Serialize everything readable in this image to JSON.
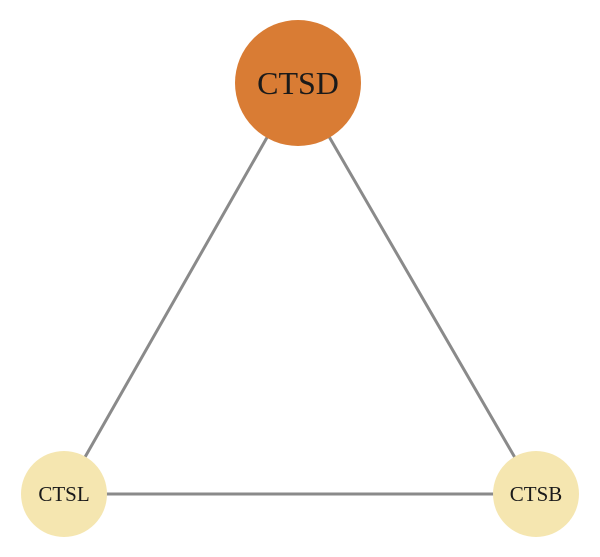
{
  "nodes": [
    {
      "id": "ctsd",
      "label": "CTSD",
      "color": "#d97c34",
      "role": "primary"
    },
    {
      "id": "ctsl",
      "label": "CTSL",
      "color": "#f5e6b0",
      "role": "secondary"
    },
    {
      "id": "ctsb",
      "label": "CTSB",
      "color": "#f5e6b0",
      "role": "secondary"
    }
  ],
  "edges": [
    {
      "from": "ctsd",
      "to": "ctsl"
    },
    {
      "from": "ctsd",
      "to": "ctsb"
    },
    {
      "from": "ctsl",
      "to": "ctsb"
    }
  ],
  "colors": {
    "edge": "#8a8a8a",
    "background": "#ffffff"
  }
}
